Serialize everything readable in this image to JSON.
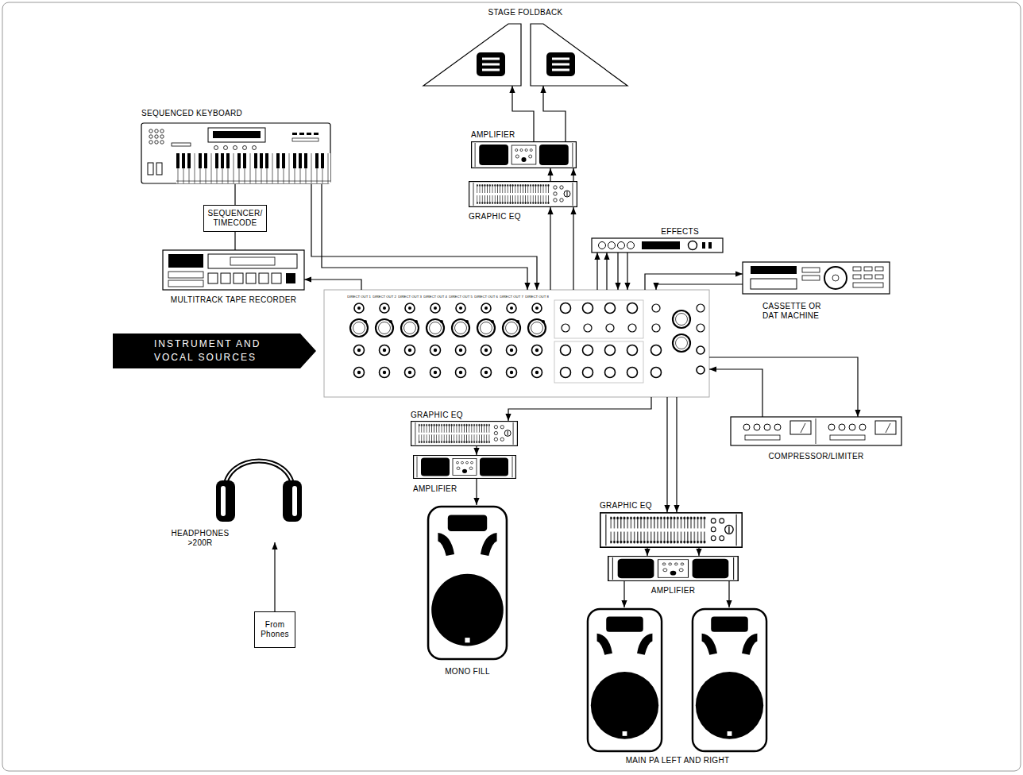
{
  "diagram": {
    "nodes": [
      {
        "text": [
          "STAGE FOLDBACK"
        ]
      },
      {
        "text": [
          "SEQUENCED KEYBOARD"
        ]
      },
      {
        "text": [
          "AMPLIFIER"
        ]
      },
      {
        "text": [
          "GRAPHIC EQ"
        ]
      },
      {
        "text": [
          "SEQUENCER/ TIMECODE"
        ]
      },
      {
        "text": [
          "EFFECTS"
        ]
      },
      {
        "text": [
          "MULTITRACK TAPE RECORDER"
        ]
      },
      {
        "text": [
          "CASSETTE OR DAT MACHINE"
        ]
      },
      {
        "text": [
          "INSTRUMENT AND VOCAL SOURCES"
        ]
      },
      {
        "text": [
          "DIRECT OUT 1",
          "DIRECT OUT 2",
          "DIRECT OUT 3",
          "DIRECT OUT 4",
          "DIRECT OUT 5",
          "DIRECT OUT 6",
          "DIRECT OUT 7",
          "DIRECT OUT 8"
        ]
      },
      {
        "text": [
          "GRAPHIC EQ"
        ]
      },
      {
        "text": [
          "COMPRESSOR/LIMITER"
        ]
      },
      {
        "text": [
          "AMPLIFIER"
        ]
      },
      {
        "text": [
          "HEADPHONES >200R"
        ]
      },
      {
        "text": [
          "GRAPHIC EQ"
        ]
      },
      {
        "text": [
          "AMPLIFIER"
        ]
      },
      {
        "text": [
          "From Phones"
        ]
      },
      {
        "text": [
          "MONO FILL"
        ]
      },
      {
        "text": [
          "MAIN PA LEFT AND RIGHT"
        ]
      }
    ],
    "edges": [
      {
        "from": 1,
        "to": 4,
        "arrow": "none"
      },
      {
        "from": 4,
        "to": 6,
        "arrow": "none"
      },
      {
        "from": 9,
        "to": 6,
        "arrow": "to"
      },
      {
        "from": 1,
        "to": 9,
        "arrow": "to"
      },
      {
        "from": 1,
        "to": 9,
        "arrow": "to"
      },
      {
        "from": 9,
        "to": 3,
        "arrow": "to"
      },
      {
        "from": 9,
        "to": 3,
        "arrow": "to"
      },
      {
        "from": 3,
        "to": 2,
        "arrow": "to"
      },
      {
        "from": 3,
        "to": 2,
        "arrow": "to"
      },
      {
        "from": 2,
        "to": 0,
        "arrow": "to"
      },
      {
        "from": 2,
        "to": 0,
        "arrow": "to"
      },
      {
        "from": 9,
        "to": 5,
        "arrow": "to"
      },
      {
        "from": 9,
        "to": 5,
        "arrow": "to"
      },
      {
        "from": 5,
        "to": 9,
        "arrow": "to"
      },
      {
        "from": 5,
        "to": 9,
        "arrow": "to"
      },
      {
        "from": 9,
        "to": 7,
        "arrow": "to"
      },
      {
        "from": 7,
        "to": 9,
        "arrow": "to"
      },
      {
        "from": 9,
        "to": 11,
        "arrow": "to"
      },
      {
        "from": 11,
        "to": 9,
        "arrow": "to"
      },
      {
        "from": 9,
        "to": 10,
        "arrow": "to"
      },
      {
        "from": 10,
        "to": 12,
        "arrow": "to"
      },
      {
        "from": 12,
        "to": 17,
        "arrow": "to"
      },
      {
        "from": 9,
        "to": 14,
        "arrow": "to"
      },
      {
        "from": 9,
        "to": 14,
        "arrow": "to"
      },
      {
        "from": 14,
        "to": 15,
        "arrow": "to"
      },
      {
        "from": 14,
        "to": 15,
        "arrow": "to"
      },
      {
        "from": 15,
        "to": 18,
        "arrow": "to"
      },
      {
        "from": 15,
        "to": 18,
        "arrow": "to"
      },
      {
        "from": 16,
        "to": 13,
        "arrow": "to"
      }
    ]
  }
}
